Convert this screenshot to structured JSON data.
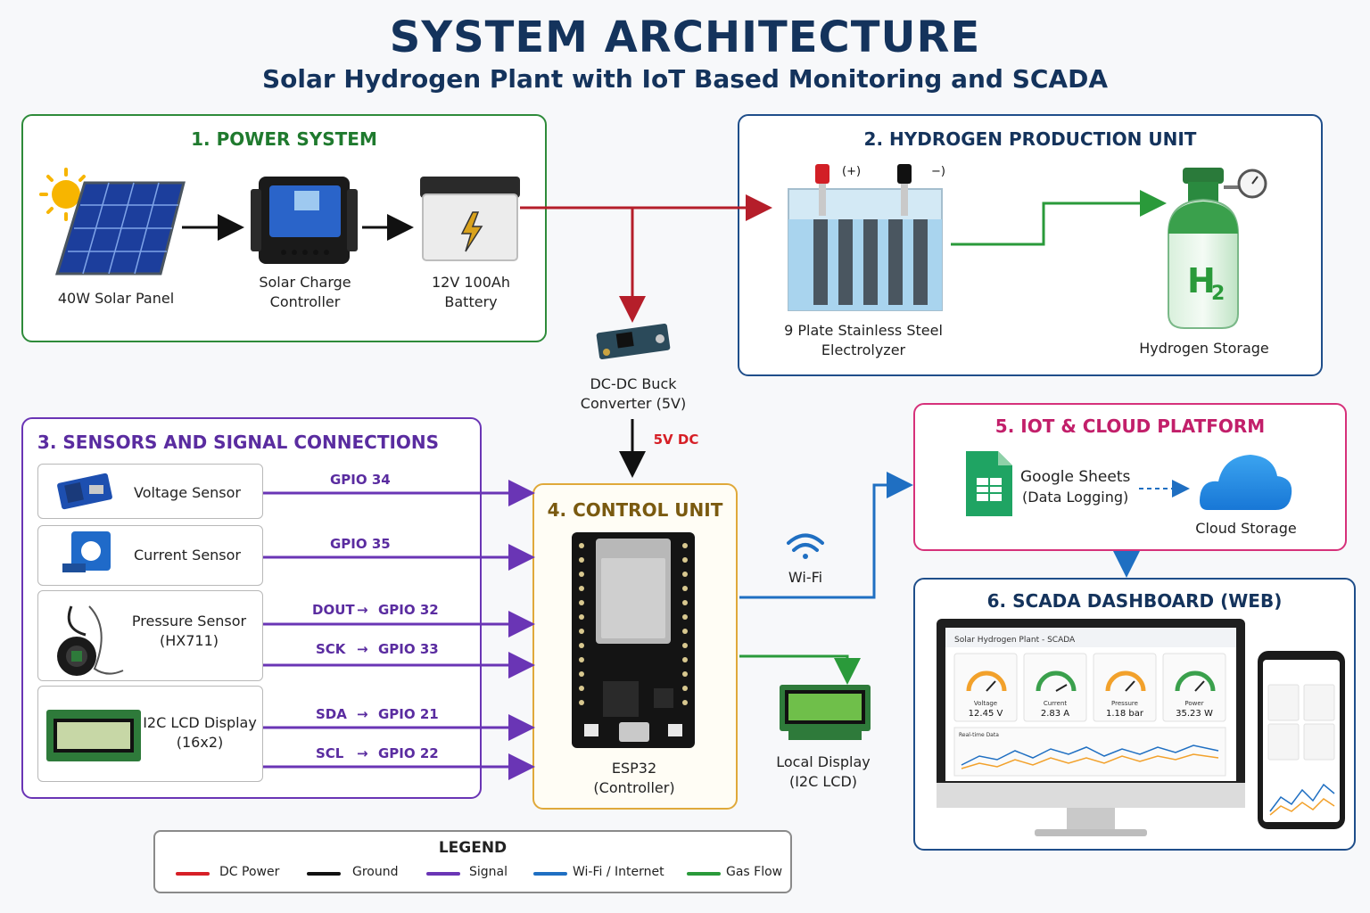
{
  "header": {
    "title": "SYSTEM ARCHITECTURE",
    "subtitle": "Solar Hydrogen Plant with IoT Based Monitoring and SCADA"
  },
  "colors": {
    "dc_power": "#d61f26",
    "ground": "#111111",
    "signal": "#6a35b5",
    "wifi": "#1f6fc2",
    "gas": "#2a9a3a"
  },
  "power_system": {
    "title": "1. POWER SYSTEM",
    "solar_panel": "40W Solar Panel",
    "charge_controller": [
      "Solar Charge",
      "Controller"
    ],
    "battery": [
      "12V 100Ah",
      "Battery"
    ]
  },
  "hydrogen_unit": {
    "title": "2. HYDROGEN PRODUCTION UNIT",
    "electrolyzer": [
      "9 Plate Stainless Steel",
      "Electrolyzer"
    ],
    "plus": "(+)",
    "minus": "−)",
    "storage": "Hydrogen Storage",
    "h2_letter": "H",
    "h2_sub": "2"
  },
  "buck": {
    "label": [
      "DC-DC Buck",
      "Converter (5V)"
    ],
    "voltage": "5V DC"
  },
  "sensors": {
    "title": "3. SENSORS AND SIGNAL CONNECTIONS",
    "voltage": "Voltage Sensor",
    "current": "Current Sensor",
    "pressure": [
      "Pressure Sensor",
      "(HX711)"
    ],
    "lcd": [
      "I2C LCD Display",
      "(16x2)"
    ],
    "signals": {
      "gpio34": "GPIO 34",
      "gpio35": "GPIO 35",
      "dout": "DOUT",
      "gpio32": "GPIO 32",
      "sck": "SCK",
      "gpio33": "GPIO 33",
      "sda": "SDA",
      "gpio21": "GPIO 21",
      "scl": "SCL",
      "gpio22": "GPIO 22",
      "arrow": "→"
    }
  },
  "control_unit": {
    "title": "4. CONTROL UNIT",
    "board": [
      "ESP32",
      "(Controller)"
    ]
  },
  "wifi_label": "Wi-Fi",
  "local_display": [
    "Local Display",
    "(I2C LCD)"
  ],
  "iot_cloud": {
    "title": "5. IOT & CLOUD PLATFORM",
    "sheets": [
      "Google Sheets",
      "(Data Logging)"
    ],
    "cloud": "Cloud Storage"
  },
  "scada": {
    "title": "6. SCADA DASHBOARD (WEB)",
    "app_title": "Solar Hydrogen Plant - SCADA",
    "gauges": [
      {
        "name": "Voltage",
        "value": "12.45 V"
      },
      {
        "name": "Current",
        "value": "2.83 A"
      },
      {
        "name": "Pressure",
        "value": "1.18 bar"
      },
      {
        "name": "Power",
        "value": "35.23 W"
      }
    ],
    "realtime": "Real-time Data"
  },
  "legend": {
    "title": "LEGEND",
    "items": [
      "DC Power",
      "Ground",
      "Signal",
      "Wi-Fi / Internet",
      "Gas Flow"
    ]
  }
}
